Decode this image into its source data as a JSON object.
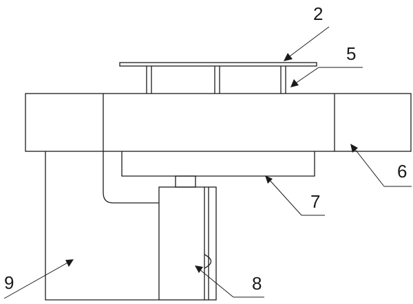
{
  "figure": {
    "labels": {
      "l2": "2",
      "l5": "5",
      "l6": "6",
      "l7": "7",
      "l8": "8",
      "l9": "9"
    }
  }
}
